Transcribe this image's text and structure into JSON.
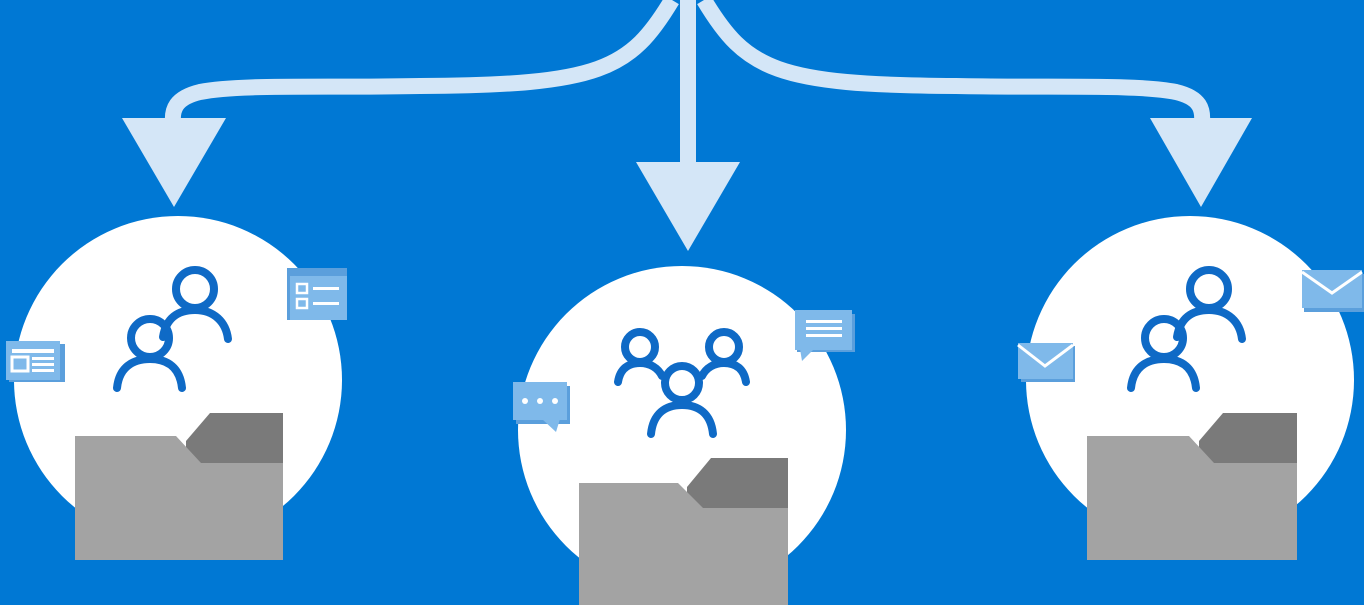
{
  "colors": {
    "background": "#0078d4",
    "arrow": "#d4e6f7",
    "circle": "#ffffff",
    "people_stroke": "#0f6ac6",
    "badge_fill": "#7fb9ea",
    "badge_dark": "#5b9fdc",
    "folder_back": "#7a7a7a",
    "folder_front": "#a3a3a3"
  },
  "diagram": {
    "source_arrow": {
      "name": "distribution-arrows",
      "branches": 3
    },
    "groups": [
      {
        "id": "group-left",
        "people_icon": "two-people-icon",
        "folder_icon": "folder-icon",
        "badges": [
          "news-article-icon",
          "form-list-icon"
        ]
      },
      {
        "id": "group-center",
        "people_icon": "three-people-icon",
        "folder_icon": "folder-icon",
        "badges": [
          "chat-ellipsis-icon",
          "chat-message-icon"
        ]
      },
      {
        "id": "group-right",
        "people_icon": "two-people-icon",
        "folder_icon": "folder-icon",
        "badges": [
          "mail-envelope-icon",
          "mail-envelope-icon"
        ]
      }
    ]
  }
}
